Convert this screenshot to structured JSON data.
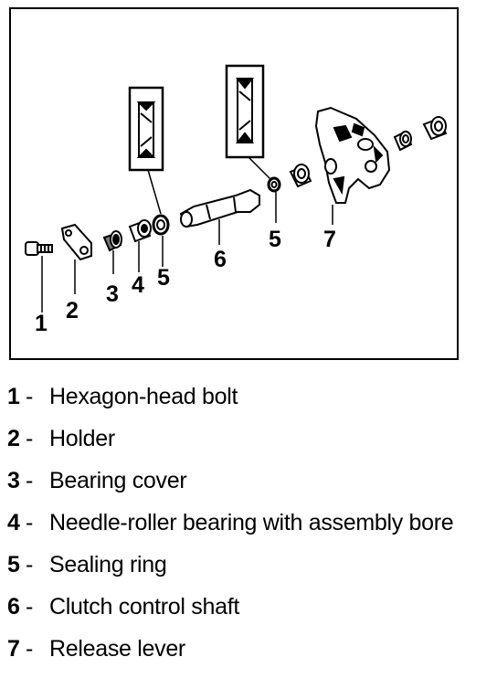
{
  "callouts": [
    {
      "number": "1"
    },
    {
      "number": "2"
    },
    {
      "number": "3"
    },
    {
      "number": "4"
    },
    {
      "number": "5"
    },
    {
      "number": "6"
    },
    {
      "number": "5"
    },
    {
      "number": "7"
    }
  ],
  "legend": [
    {
      "number": "1",
      "separator": "-",
      "text": "Hexagon-head bolt"
    },
    {
      "number": "2",
      "separator": "-",
      "text": "Holder"
    },
    {
      "number": "3",
      "separator": "-",
      "text": "Bearing cover"
    },
    {
      "number": "4",
      "separator": "-",
      "text": "Needle-roller bearing with assembly bore"
    },
    {
      "number": "5",
      "separator": "-",
      "text": "Sealing ring"
    },
    {
      "number": "6",
      "separator": "-",
      "text": "Clutch control shaft"
    },
    {
      "number": "7",
      "separator": "-",
      "text": "Release lever"
    }
  ]
}
